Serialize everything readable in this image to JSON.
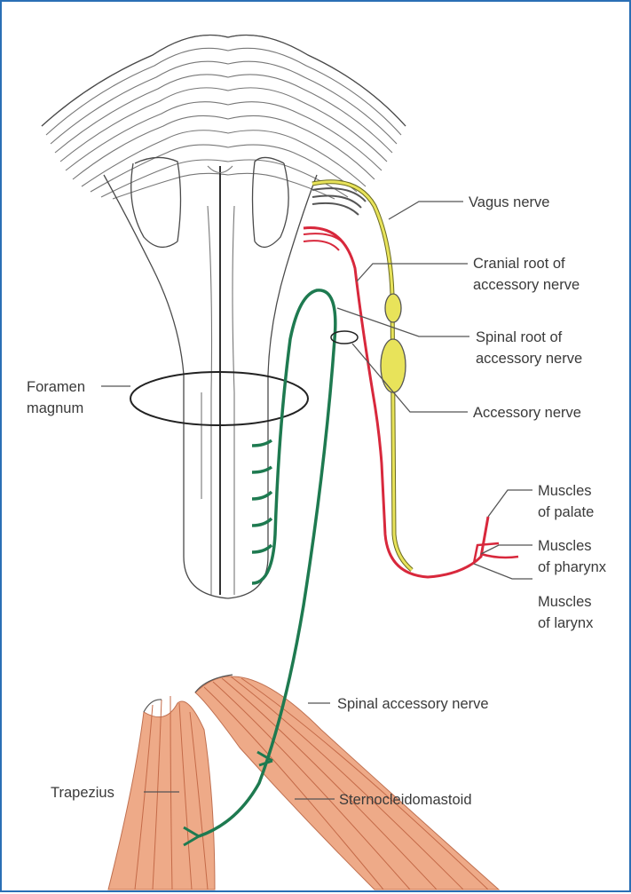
{
  "labels": {
    "vagus": "Vagus nerve",
    "cranial_root_1": "Cranial root of",
    "cranial_root_2": "accessory nerve",
    "spinal_root_1": "Spinal root of",
    "spinal_root_2": "accessory nerve",
    "accessory": "Accessory nerve",
    "foramen_1": "Foramen",
    "foramen_2": "magnum",
    "palate_1": "Muscles",
    "palate_2": "of palate",
    "pharynx_1": "Muscles",
    "pharynx_2": "of pharynx",
    "larynx_1": "Muscles",
    "larynx_2": "of larynx",
    "spinal_accessory": "Spinal accessory nerve",
    "trapezius": "Trapezius",
    "sternocleidomastoid": "Sternocleidomastoid"
  },
  "colors": {
    "border": "#2a6fb5",
    "vagus": "#e8e35a",
    "cranial_root": "#d8283c",
    "spinal_root": "#1e7a50",
    "muscle": "#eeaa88"
  }
}
